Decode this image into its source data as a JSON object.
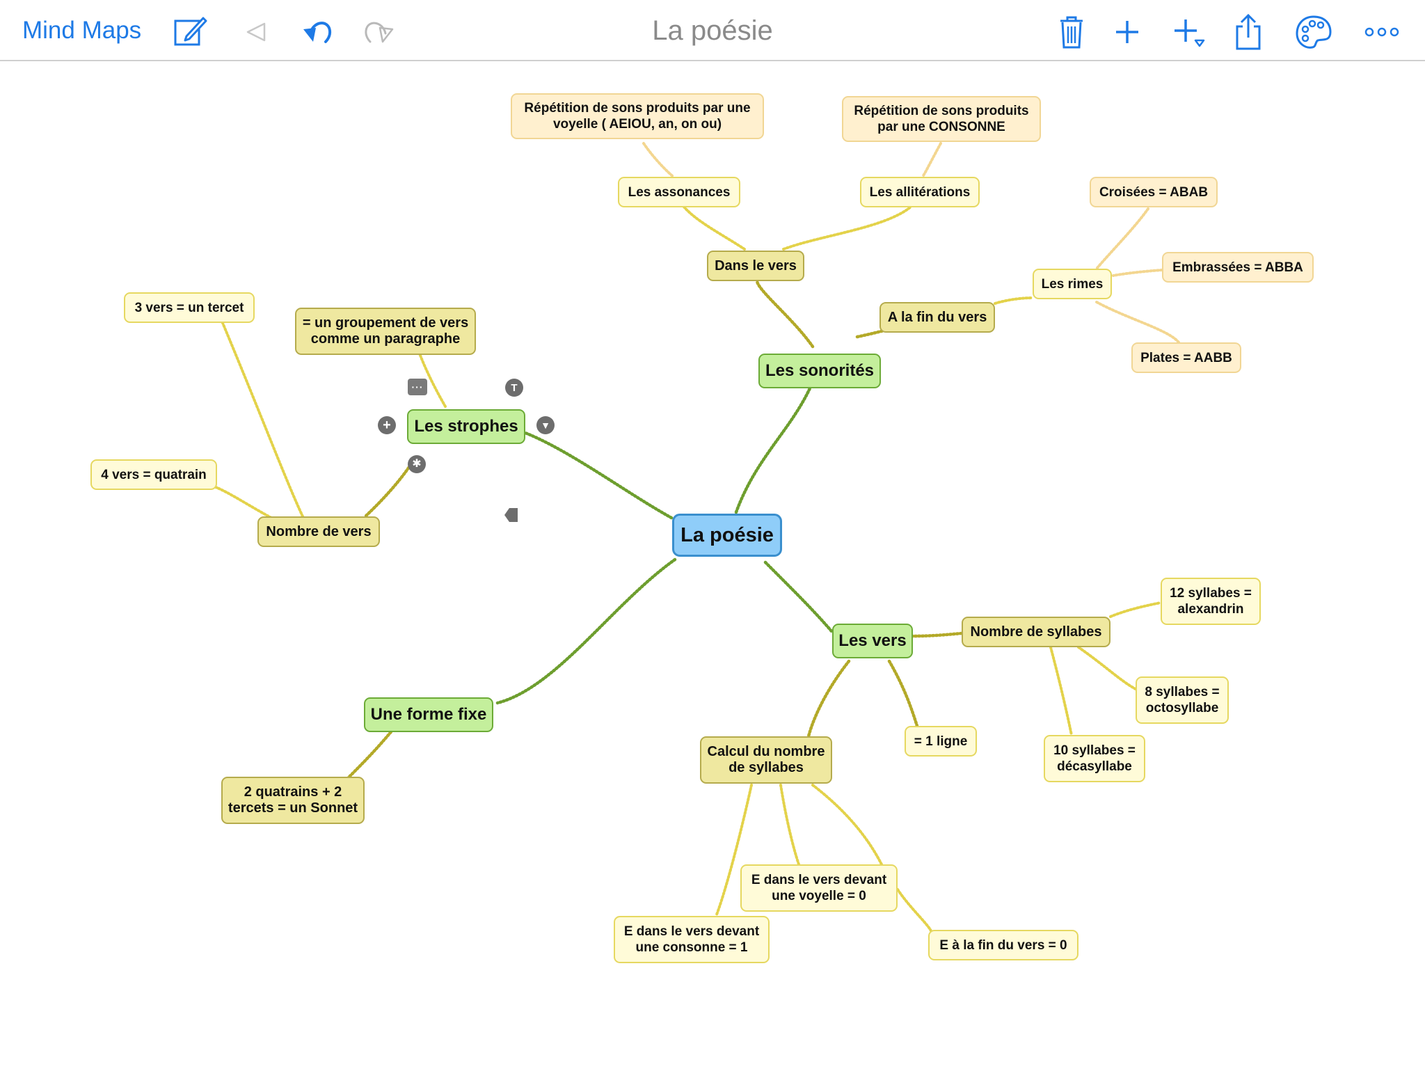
{
  "toolbar": {
    "back_label": "Mind Maps",
    "title": "La poésie",
    "accent_color": "#1e7ae6",
    "icons": [
      "compose-icon",
      "nav-back-icon",
      "undo-icon",
      "redo-icon",
      "trash-icon",
      "add-icon",
      "add-child-icon",
      "share-icon",
      "palette-icon",
      "more-icon"
    ]
  },
  "map": {
    "root": "La poésie",
    "sonorites": {
      "label": "Les sonorités",
      "dans_le_vers": "Dans le vers",
      "assonances": "Les assonances",
      "assonances_note": [
        "Répétition de sons produits par une",
        "voyelle ( AEIOU, an, on ou)"
      ],
      "alliterations": "Les allitérations",
      "alliterations_note": [
        "Répétition de sons produits",
        "par une CONSONNE"
      ],
      "fin_du_vers": "A la fin du vers",
      "rimes": "Les rimes",
      "croisees": "Croisées = ABAB",
      "embrassees": "Embrassées = ABBA",
      "plates": "Plates = AABB"
    },
    "strophes": {
      "label": "Les strophes",
      "definition": [
        "= un groupement de vers",
        "comme un paragraphe"
      ],
      "nombre_de_vers": "Nombre de vers",
      "tercet": "3 vers = un tercet",
      "quatrain": "4 vers = quatrain"
    },
    "forme_fixe": {
      "label": "Une forme fixe",
      "sonnet": [
        "2 quatrains + 2",
        "tercets = un Sonnet"
      ]
    },
    "vers": {
      "label": "Les vers",
      "une_ligne": "= 1 ligne",
      "nombre_syllabes": "Nombre de syllabes",
      "alexandrin": [
        "12 syllabes =",
        "alexandrin"
      ],
      "octosyllabe": [
        "8 syllabes =",
        "octosyllabe"
      ],
      "decasyllabe": [
        "10 syllabes =",
        "décasyllabe"
      ],
      "calcul": [
        "Calcul du nombre",
        "de syllabes"
      ],
      "e_voyelle": [
        "E dans le vers devant",
        "une voyelle = 0"
      ],
      "e_consonne": [
        "E dans le vers devant",
        "une consonne = 1"
      ],
      "e_fin": "E à la fin du vers = 0"
    }
  },
  "selection_handles": {
    "collapse": "▼",
    "add": "+",
    "more": "···",
    "text": "T",
    "asterisk": "✱"
  },
  "colors": {
    "root_fill": "#8fcdf9",
    "main_fill": "#c4ef9c",
    "sub_fill": "#efe8a0",
    "leaf_fill": "#fffbd8",
    "peach_fill": "#fff0cf",
    "link_green": "#6d9e2e",
    "link_olive": "#b3a928",
    "link_yellow": "#e3d24a",
    "link_peach": "#f3d690"
  }
}
